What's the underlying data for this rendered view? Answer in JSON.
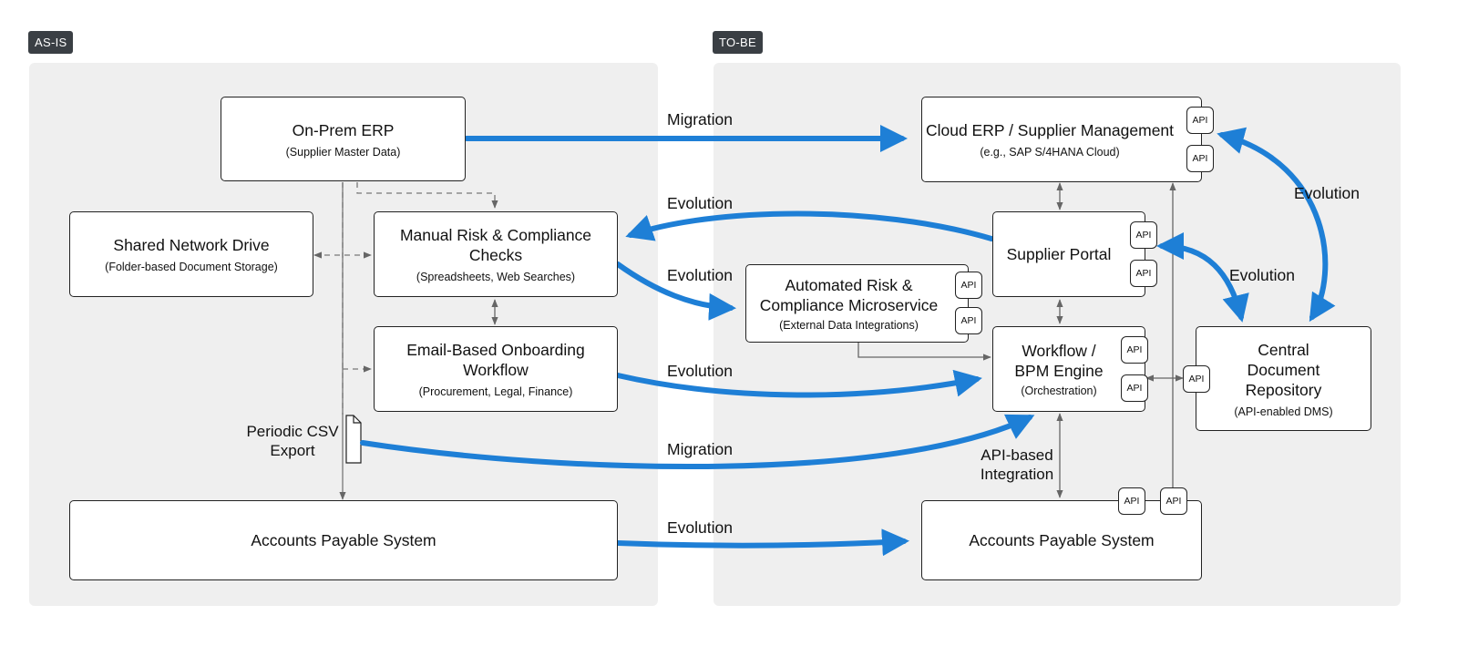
{
  "sections": {
    "as_is": "AS-IS",
    "to_be": "TO-BE"
  },
  "as_is": {
    "on_prem_erp": {
      "title": "On-Prem ERP",
      "sub": "(Supplier Master Data)"
    },
    "shared_drive": {
      "title": "Shared Network Drive",
      "sub": "(Folder-based Document Storage)"
    },
    "manual_checks": {
      "title": "Manual Risk & Compliance Checks",
      "sub": "(Spreadsheets, Web Searches)"
    },
    "email_workflow": {
      "title": "Email-Based Onboarding Workflow",
      "sub": "(Procurement, Legal, Finance)"
    },
    "csv_export": "Periodic CSV Export",
    "accounts_payable": {
      "title": "Accounts Payable System"
    }
  },
  "to_be": {
    "cloud_erp": {
      "title": "Cloud ERP / Supplier Management",
      "sub": "(e.g., SAP S/4HANA Cloud)"
    },
    "supplier_portal": {
      "title": "Supplier Portal"
    },
    "automated_risk": {
      "title": "Automated Risk & Compliance Microservice",
      "sub": "(External Data Integrations)"
    },
    "workflow_engine": {
      "title": "Workflow / BPM Engine",
      "sub": "(Orchestration)"
    },
    "central_repo": {
      "title": "Central Document Repository",
      "sub": "(API-enabled DMS)"
    },
    "accounts_payable": {
      "title": "Accounts Payable System"
    }
  },
  "api_label": "API",
  "flows": {
    "migration_erp": "Migration",
    "evolution_checks_back": "Evolution",
    "evolution_checks_fwd": "Evolution",
    "evolution_workflow": "Evolution",
    "migration_csv": "Migration",
    "evolution_ap": "Evolution",
    "evolution_repo_erp": "Evolution",
    "evolution_repo_portal": "Evolution",
    "api_integration": "API-based Integration"
  },
  "colors": {
    "flow_arrow": "#1e7fd6",
    "connector": "#666666",
    "panel": "#efefef"
  }
}
